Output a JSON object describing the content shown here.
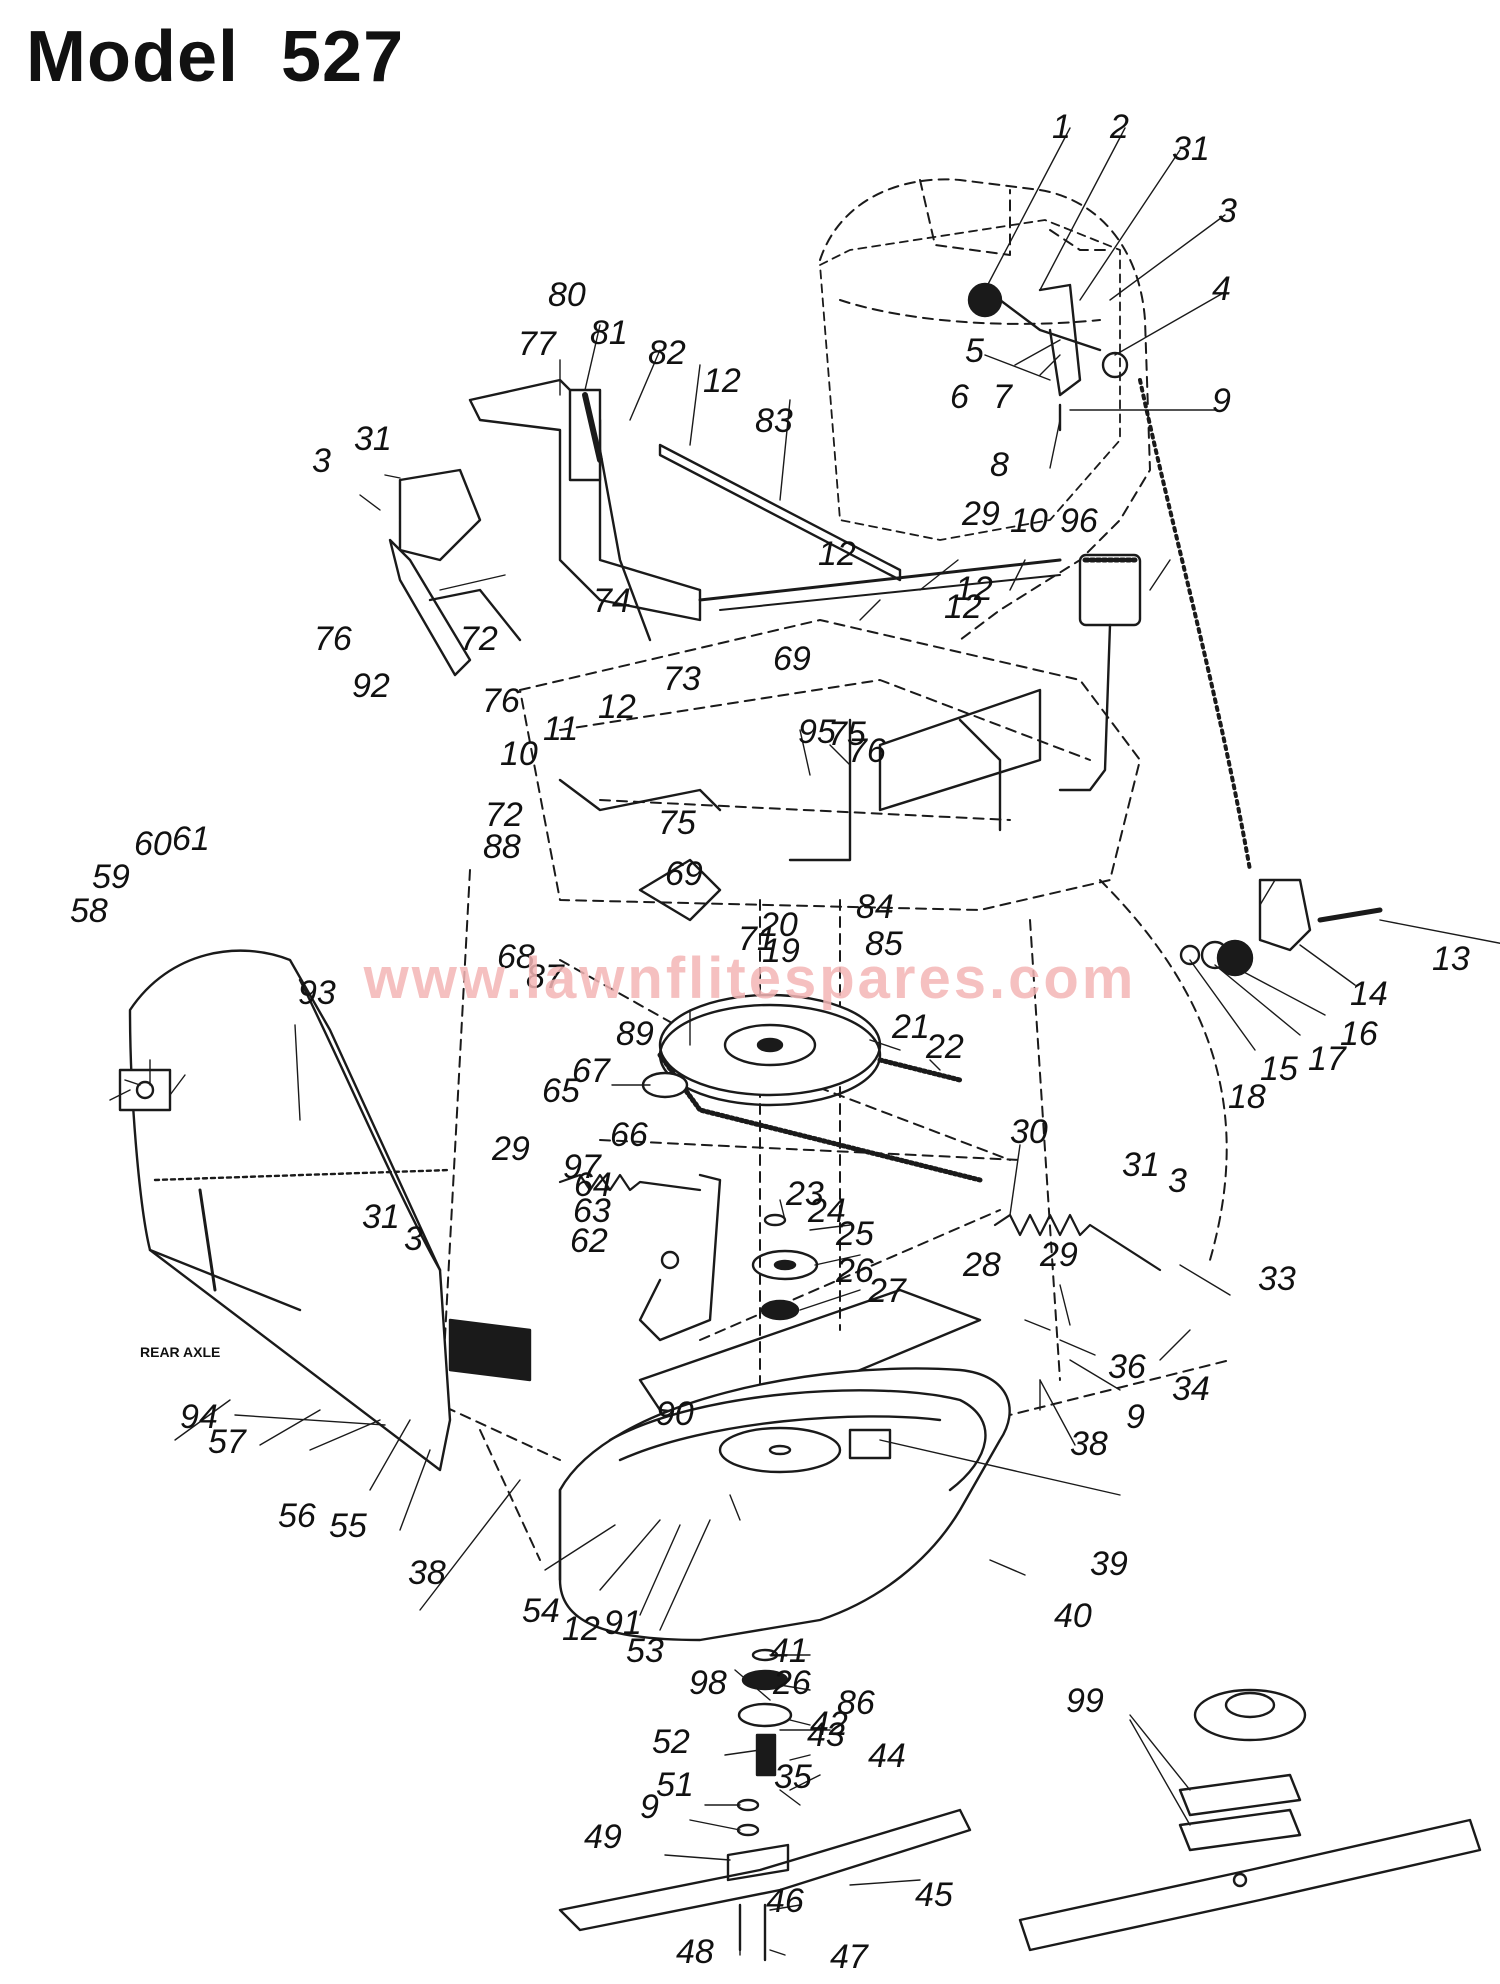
{
  "title": "Model  527",
  "watermark": "www.lawnflitespares.com",
  "labels": {
    "rear_axle": "REAR AXLE"
  },
  "part_numbers": [
    "1",
    "2",
    "31",
    "3",
    "4",
    "5",
    "6",
    "7",
    "9",
    "8",
    "80",
    "81",
    "82",
    "12",
    "83",
    "3",
    "31",
    "77",
    "29",
    "10",
    "96",
    "12",
    "12",
    "12",
    "76",
    "92",
    "72",
    "74",
    "73",
    "69",
    "12",
    "76",
    "11",
    "10",
    "95",
    "75",
    "76",
    "72",
    "75",
    "69",
    "88",
    "71",
    "68",
    "87",
    "20",
    "19",
    "84",
    "85",
    "13",
    "14",
    "16",
    "17",
    "15",
    "18",
    "89",
    "21",
    "22",
    "67",
    "66",
    "97",
    "64",
    "63",
    "62",
    "65",
    "23",
    "24",
    "25",
    "26",
    "27",
    "30",
    "31",
    "3",
    "29",
    "28",
    "33",
    "36",
    "34",
    "9",
    "38",
    "58",
    "59",
    "60",
    "61",
    "93",
    "29",
    "31",
    "3",
    "94",
    "57",
    "56",
    "55",
    "38",
    "90",
    "39",
    "54",
    "12",
    "91",
    "53",
    "40",
    "41",
    "26",
    "86",
    "98",
    "42",
    "52",
    "43",
    "44",
    "35",
    "51",
    "9",
    "49",
    "45",
    "46",
    "48",
    "47",
    "99"
  ]
}
